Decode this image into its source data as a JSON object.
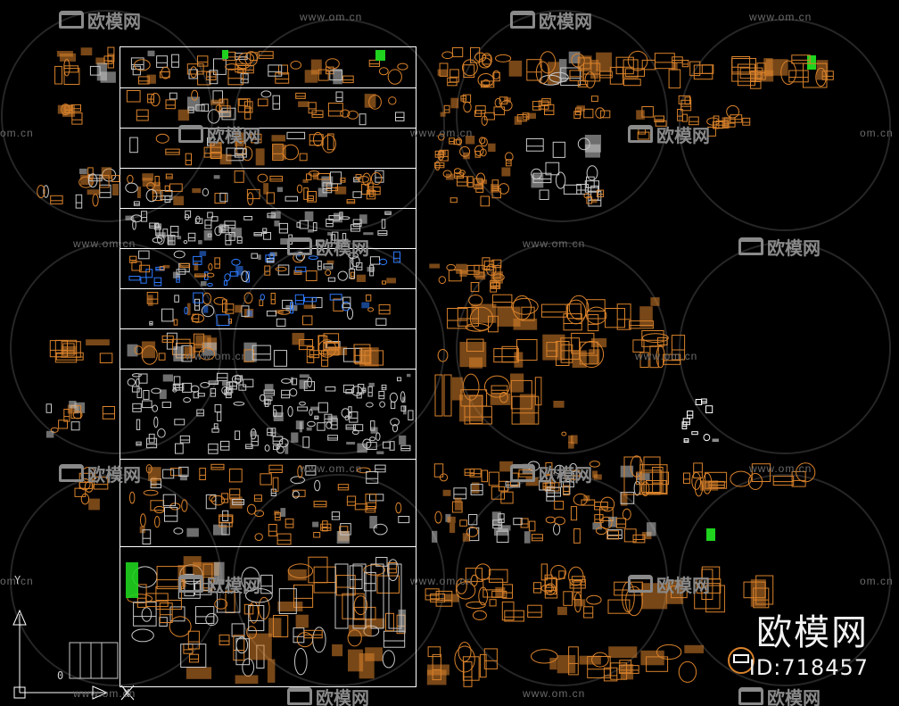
{
  "watermark": {
    "site_text": "www.om.cn",
    "logo_text": "欧模网",
    "partial_site_text": "om.cn",
    "partial_logo_text": "欧模网"
  },
  "brand": {
    "name": "欧模网",
    "id_label": "ID:718457"
  },
  "ucs": {
    "x_label": "X",
    "y_label": "Y",
    "origin_label": "0"
  },
  "colors": {
    "background": "#000000",
    "block_orange": "#d9822b",
    "block_gray": "#c8c8c8",
    "frame_white": "#ffffff",
    "accent_green": "#1fd31f",
    "accent_blue": "#2e7bff",
    "watermark_gray": "#6a6a6a"
  }
}
